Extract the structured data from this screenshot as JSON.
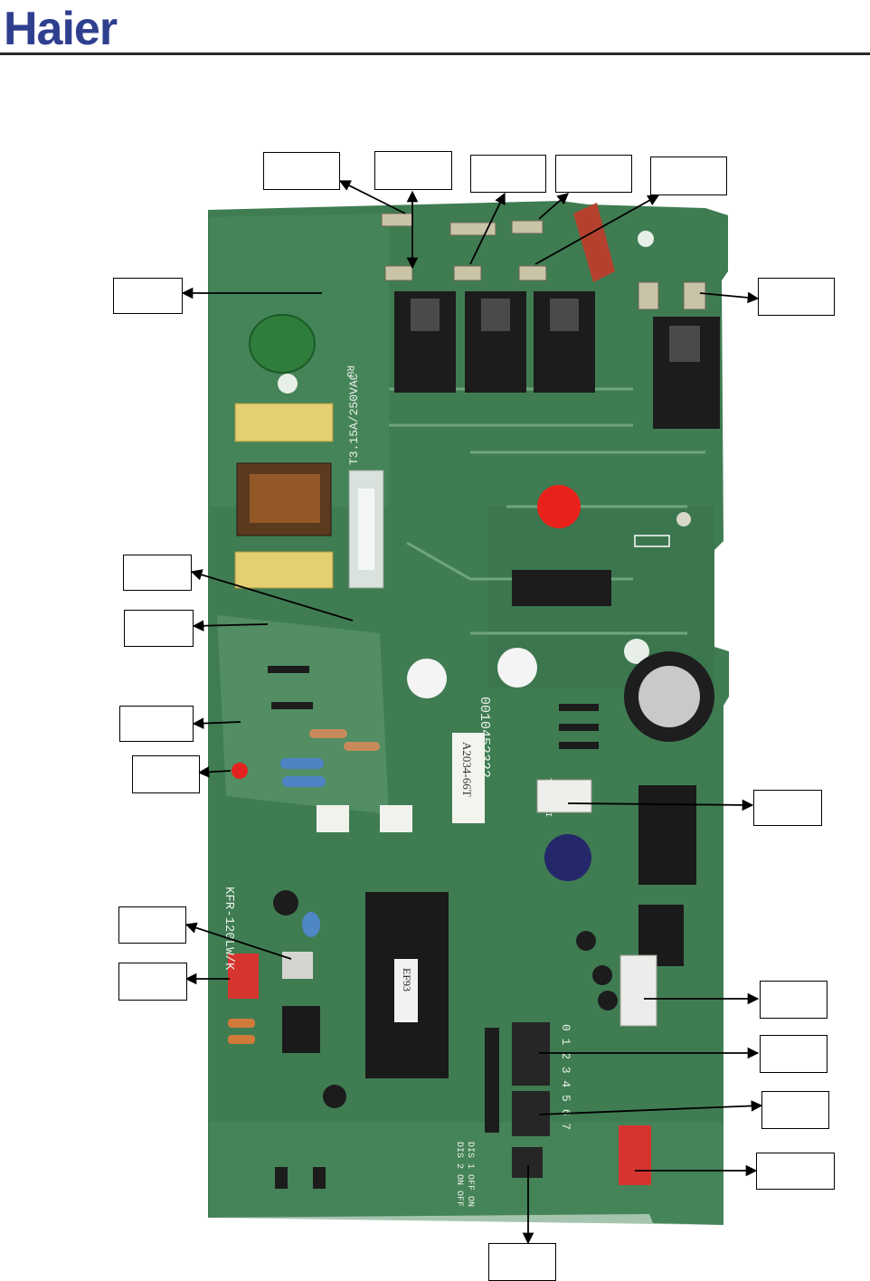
{
  "header": {
    "brand": "Haier"
  },
  "board": {
    "silkscreen": {
      "fuse": "T3.15A/250VAC",
      "model": "KFR-120LW/K",
      "part_a": "0010452322",
      "part_b": "A2034-66T",
      "chip": "EF93",
      "varistor": "RU",
      "trans": "TRANS-II",
      "dip_numbers": "0 1 2 3   4 5 6 7",
      "dis_row1": "DIS 2 ON  OFF",
      "dis_row2": "DIS 1 OFF ON"
    }
  }
}
